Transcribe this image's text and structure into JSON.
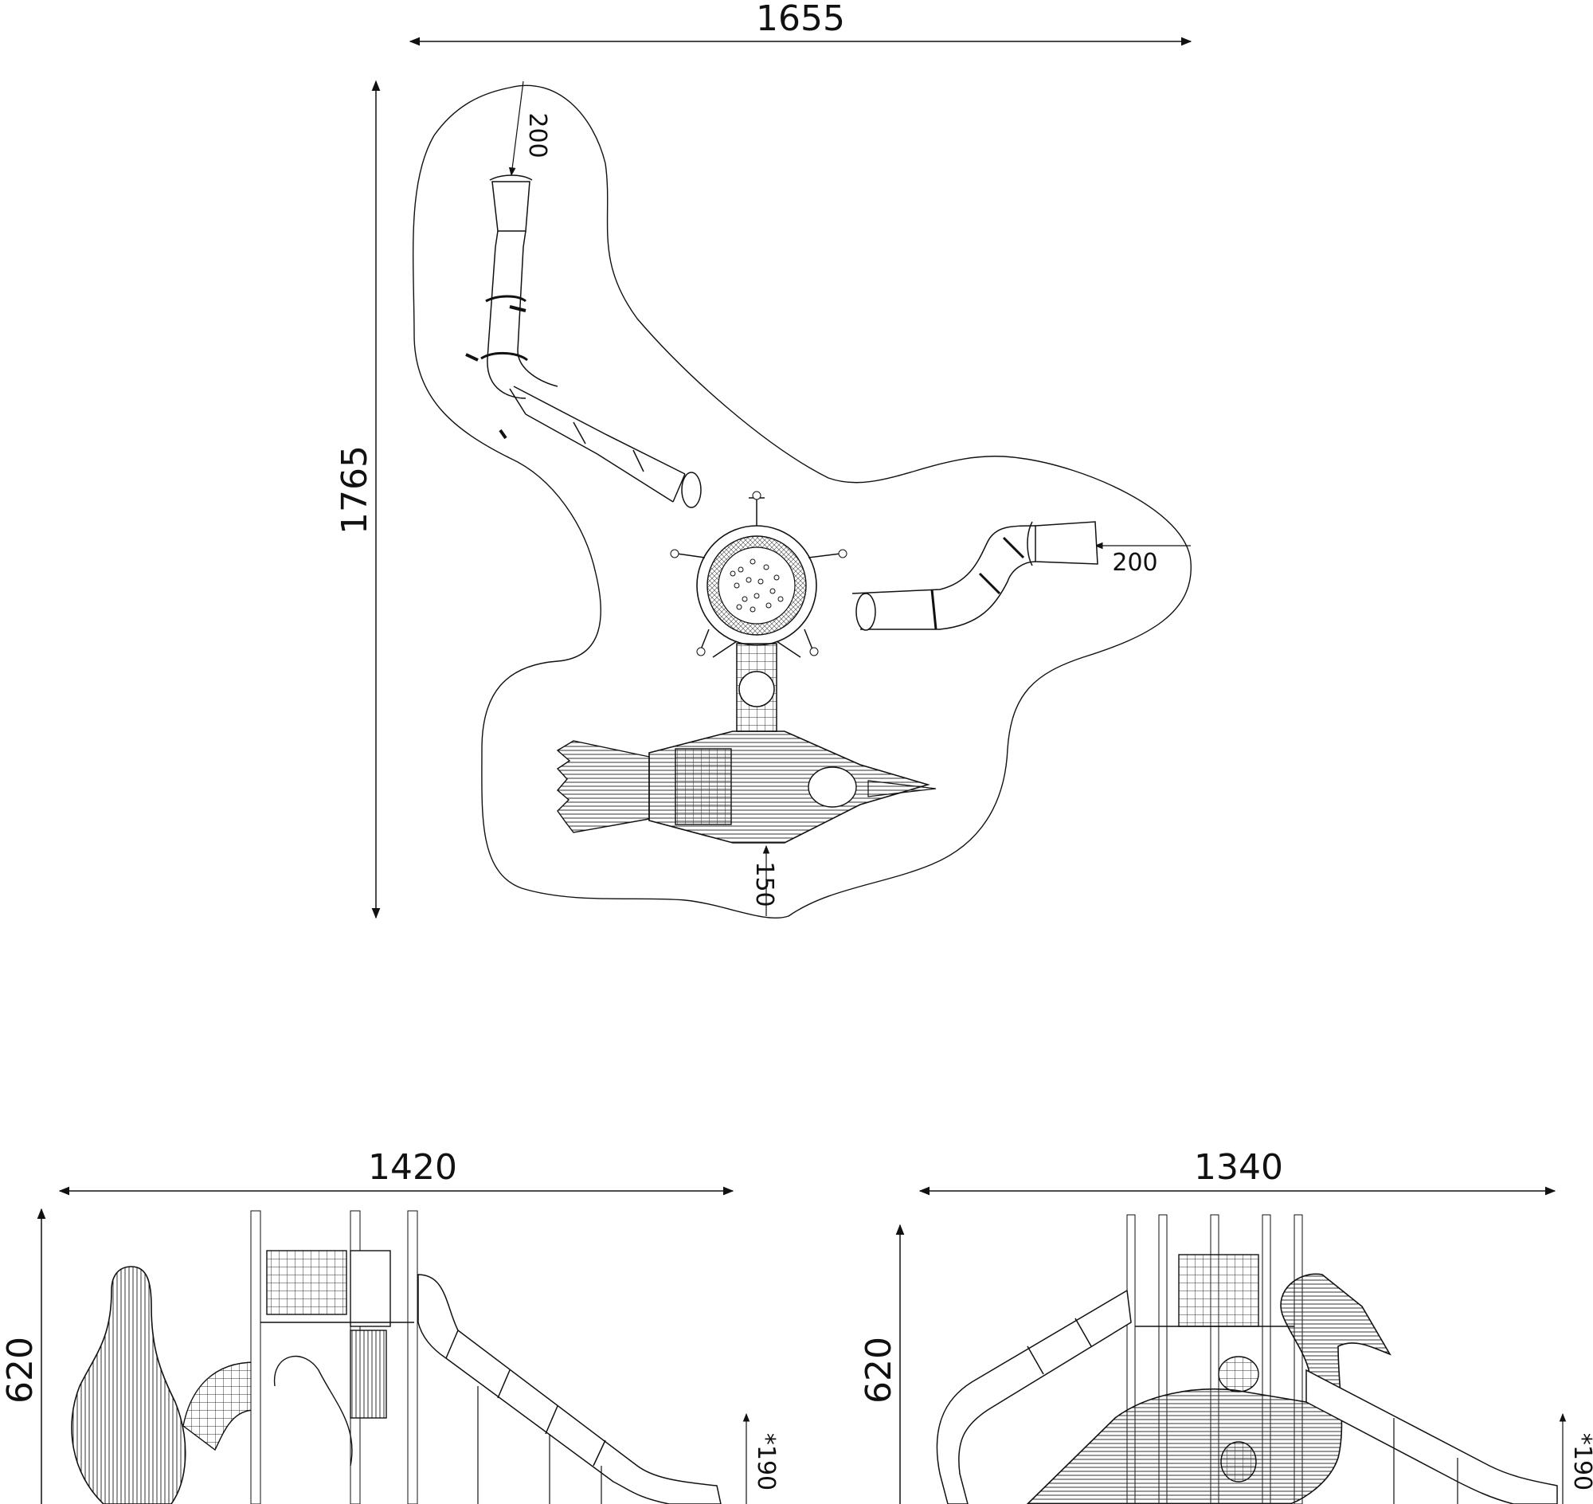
{
  "colors": {
    "ink": "#111111",
    "hatch": "#333333",
    "background": "#ffffff"
  },
  "plan": {
    "width_label": "1655",
    "height_label": "1765",
    "clearance_top": "200",
    "clearance_right": "200",
    "clearance_bottom": "150"
  },
  "side_view": {
    "width_label": "1420",
    "height_label": "620",
    "fall_height": "*190"
  },
  "front_view": {
    "width_label": "1340",
    "height_label": "620",
    "fall_height": "*190"
  }
}
